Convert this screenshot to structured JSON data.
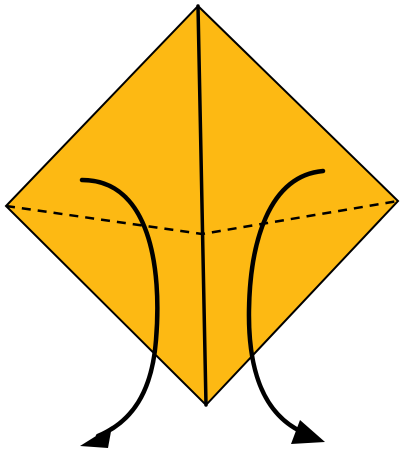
{
  "diagram": {
    "colors": {
      "paper_fill": "#FDB913",
      "outline": "#000000",
      "background": "#FFFFFF"
    },
    "elements": {
      "paper": "square-paper-diamond",
      "center_crease": "vertical-crease",
      "fold_line": "dashed-valley-fold-line",
      "left_arrow": "curved-fold-down-arrow",
      "right_arrow": "curved-fold-down-arrow"
    }
  }
}
